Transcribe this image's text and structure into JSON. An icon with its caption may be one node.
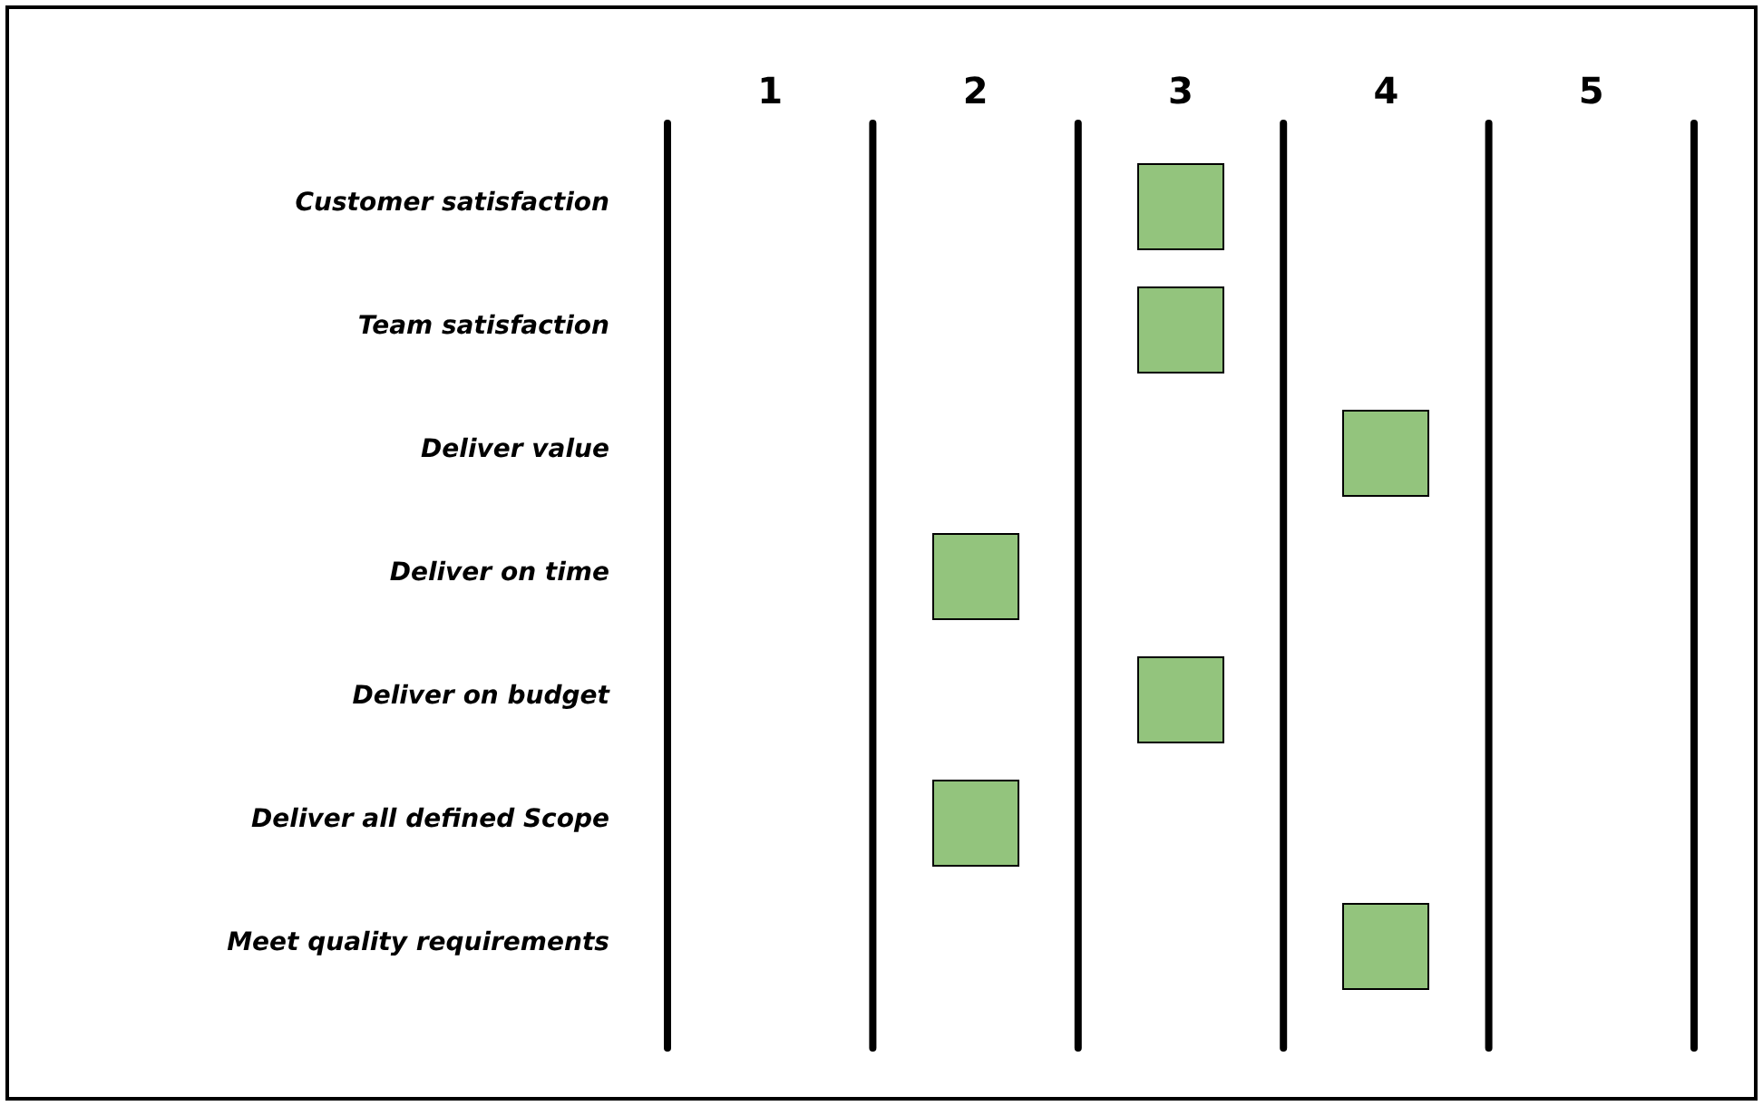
{
  "diagram": {
    "nodes": [
      {
        "text": [],
        "shape": "box"
      },
      {
        "text": [],
        "shape": "box"
      },
      {
        "text": [],
        "shape": "box"
      },
      {
        "text": [],
        "shape": "box"
      },
      {
        "text": [],
        "shape": "box"
      },
      {
        "text": [],
        "shape": "box"
      },
      {
        "text": [],
        "shape": "box"
      }
    ],
    "labels": [
      "1",
      "2",
      "3",
      "4",
      "5",
      "Customer satisfaction",
      "Team satisfaction",
      "Deliver value",
      "Deliver on time",
      "Deliver on budget",
      "Deliver all defined Scope",
      "Meet quality requirements"
    ]
  }
}
